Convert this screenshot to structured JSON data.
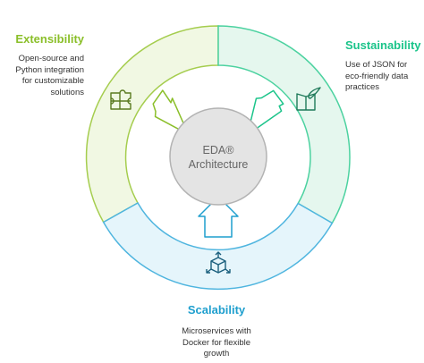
{
  "center": {
    "line1": "EDA®",
    "line2": "Architecture"
  },
  "sections": {
    "extensibility": {
      "title": "Extensibility",
      "description": [
        "Open-source and",
        "Python integration",
        "for customizable",
        "solutions"
      ],
      "color": "#8bbf2a",
      "icon": "puzzle-icon"
    },
    "sustainability": {
      "title": "Sustainability",
      "description": [
        "Use of JSON for",
        "eco-friendly data",
        "practices"
      ],
      "color": "#1bc48a",
      "icon": "leaf-book-icon"
    },
    "scalability": {
      "title": "Scalability",
      "description": [
        "Microservices with",
        "Docker for flexible",
        "growth"
      ],
      "color": "#1f9fce",
      "icon": "cube-arrows-icon"
    }
  }
}
